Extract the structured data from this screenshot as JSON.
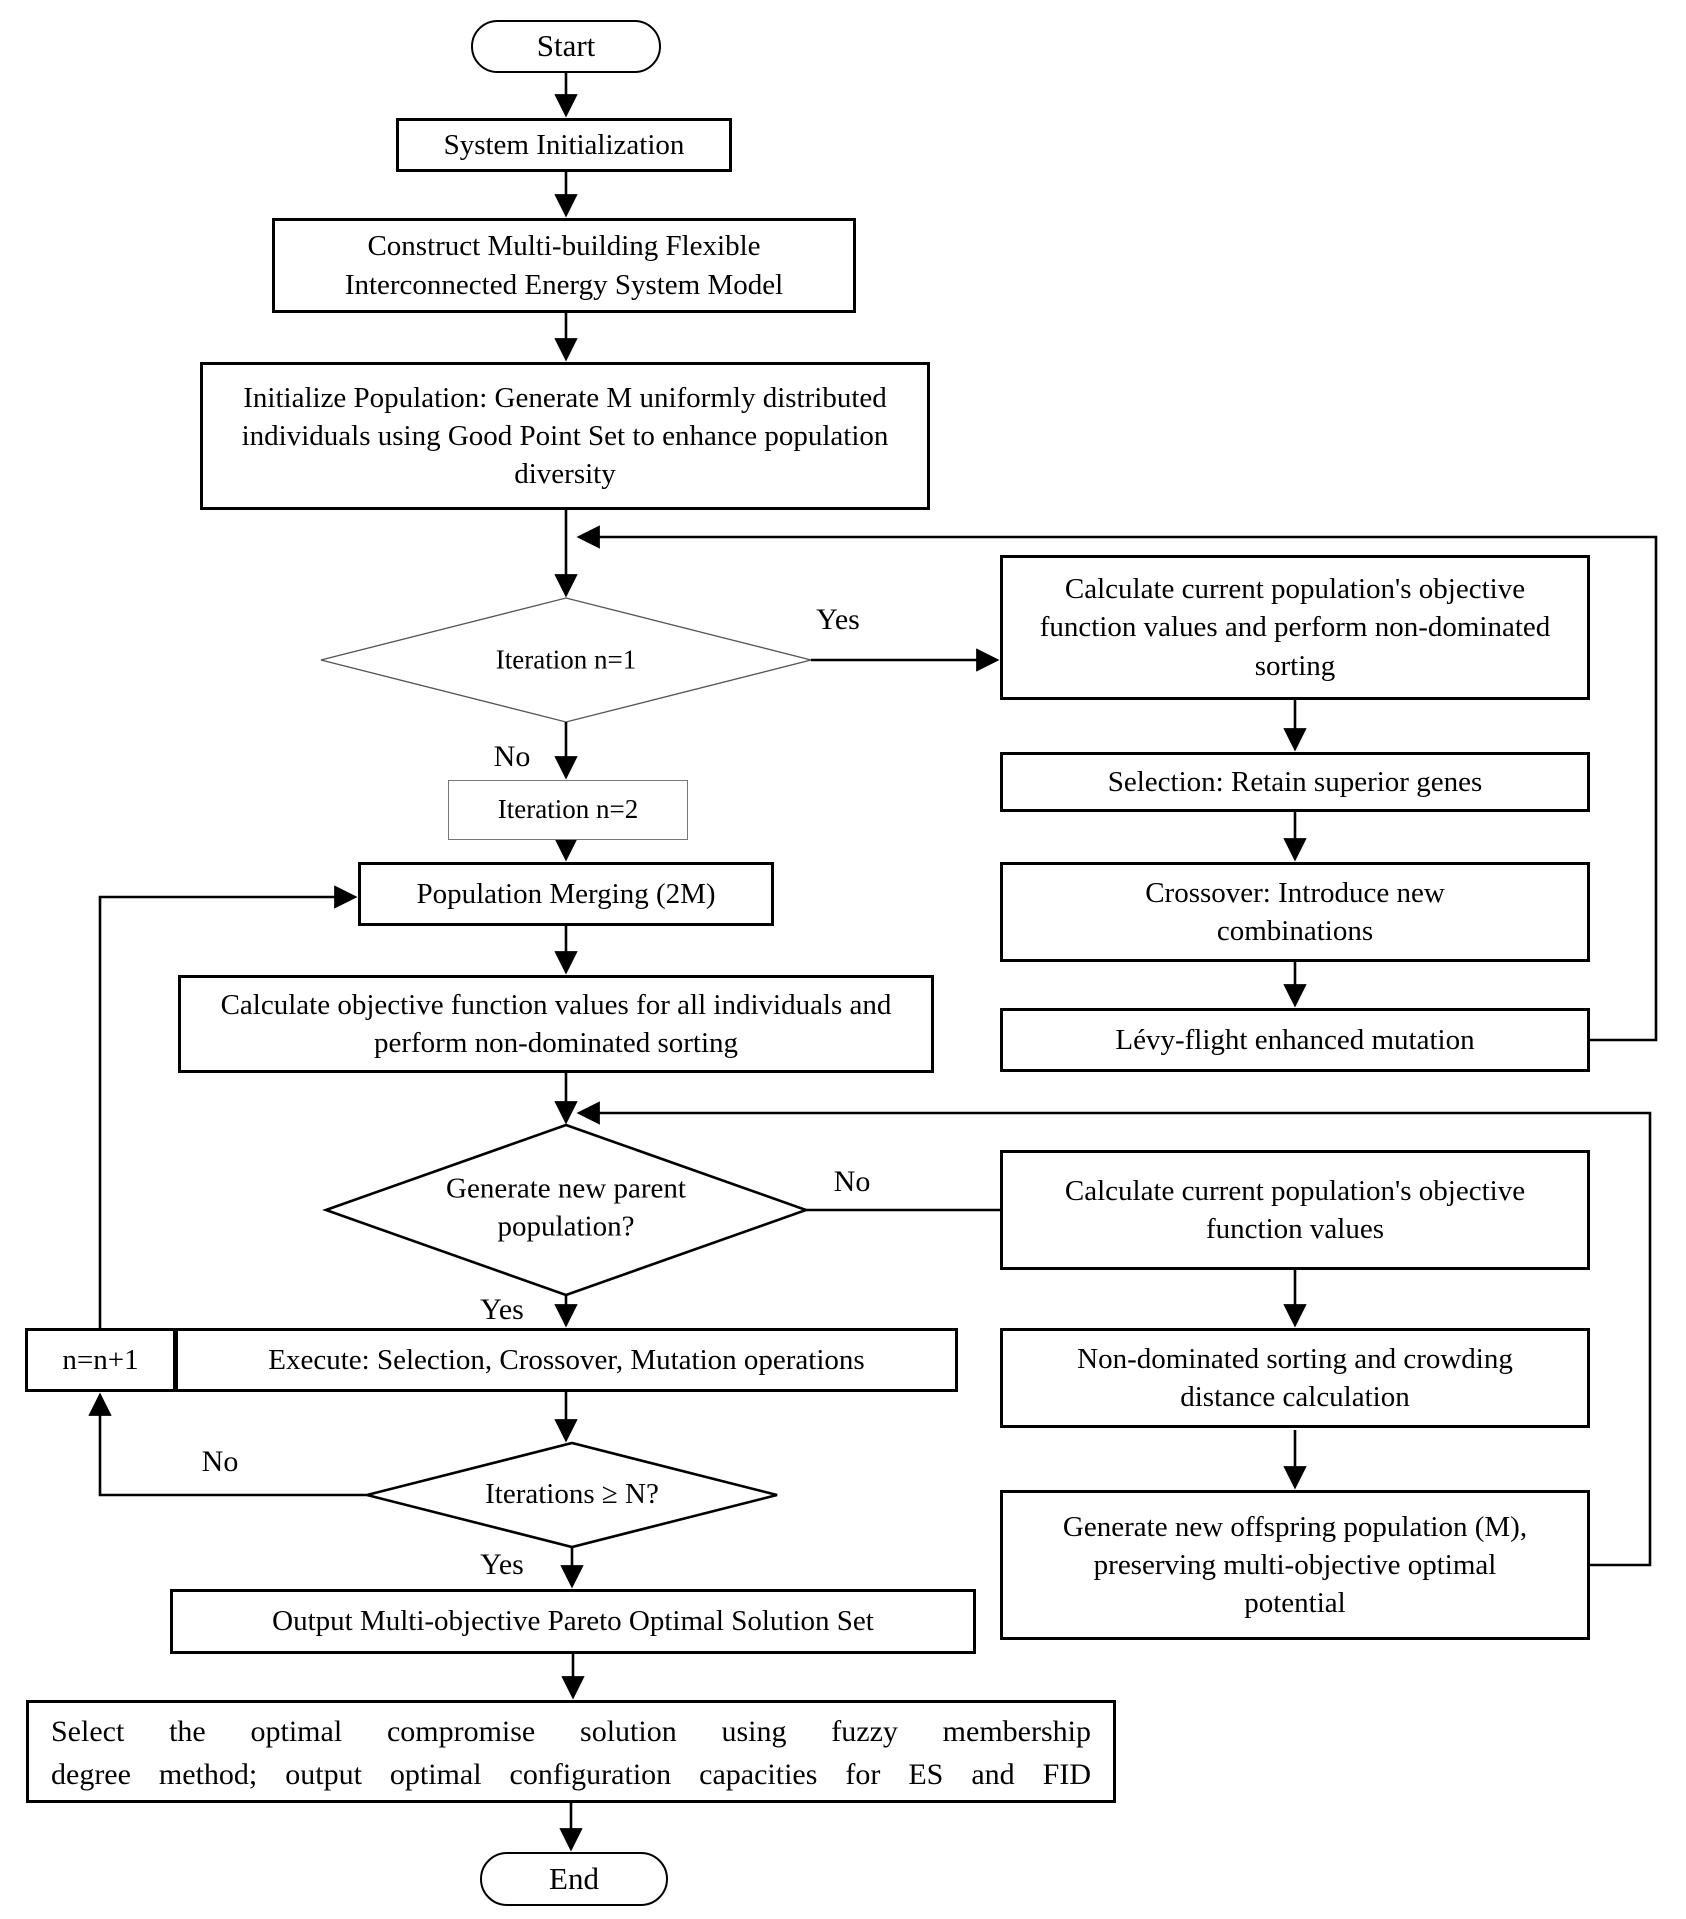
{
  "nodes": {
    "start": "Start",
    "system_init": "System Initialization",
    "construct_model": "Construct Multi-building Flexible Interconnected Energy System Model",
    "init_population": "Initialize Population: Generate M uniformly distributed individuals using Good Point Set to enhance population diversity",
    "iteration_n1": "Iteration n=1",
    "iteration_n2": "Iteration n=2",
    "population_merging": "Population Merging (2M)",
    "calc_all_objective": "Calculate objective function values for all individuals and perform non-dominated sorting",
    "generate_new_parent": "Generate new parent population?",
    "n_plus_1": "n=n+1",
    "execute_ops": "Execute: Selection, Crossover, Mutation operations",
    "iterations_ge_n": "Iterations ≥ N?",
    "output_pareto": "Output Multi-objective Pareto Optimal Solution Set",
    "select_compromise_line1": "Select the optimal compromise solution using fuzzy membership",
    "select_compromise_line2": "degree method; output optimal configuration capacities for ES and FID",
    "end": "End",
    "calc_current_sorting": "Calculate current population's objective function values and perform non-dominated sorting",
    "selection_retain": "Selection: Retain superior genes",
    "crossover_intro": "Crossover: Introduce new combinations",
    "levy_mutation": "Lévy-flight enhanced mutation",
    "calc_current_values": "Calculate current population's objective function values",
    "nondominated_crowding": "Non-dominated sorting and crowding distance calculation",
    "generate_offspring": "Generate new offspring population (M), preserving multi-objective optimal potential"
  },
  "labels": {
    "yes1": "Yes",
    "no1": "No",
    "no2": "No",
    "yes2": "Yes",
    "no3": "No",
    "yes3": "Yes"
  },
  "colors": {
    "line": "#000000",
    "thin_outline": "#777777",
    "background": "#ffffff",
    "text": "#000000"
  }
}
